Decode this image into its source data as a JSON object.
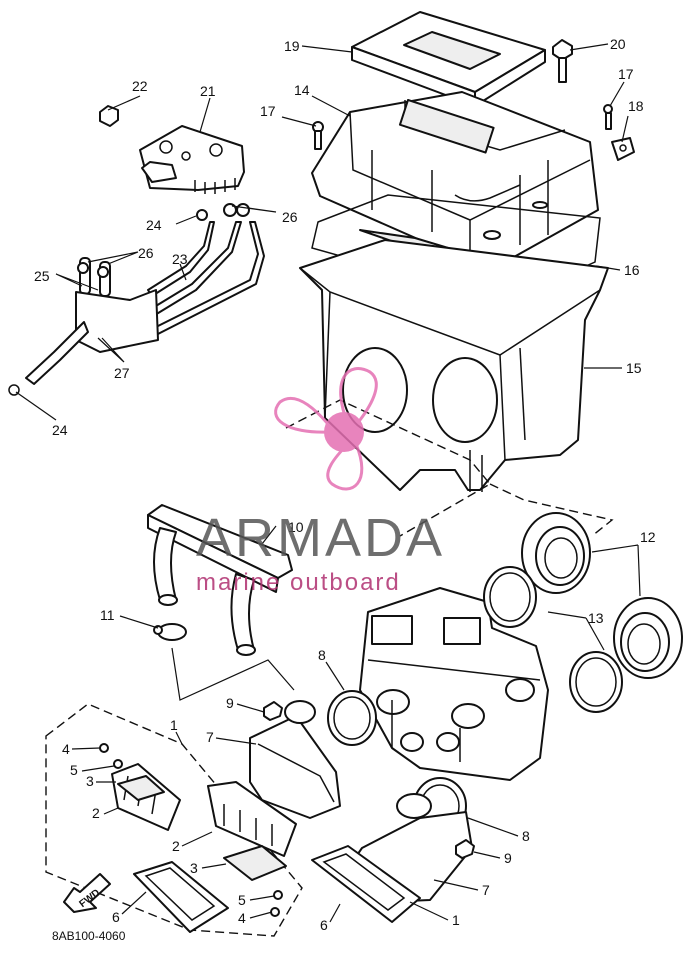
{
  "diagram": {
    "callouts": [
      "1",
      "2",
      "3",
      "4",
      "5",
      "6",
      "7",
      "8",
      "9",
      "10",
      "11",
      "12",
      "13",
      "14",
      "15",
      "16",
      "17",
      "18",
      "19",
      "20",
      "21",
      "22",
      "23",
      "24",
      "25",
      "26",
      "27"
    ],
    "fwd_label": "FWD",
    "drawing_code": "8AB100-4060"
  },
  "watermark": {
    "brand": "ARMADA",
    "tagline": "marine outboard",
    "color_primary": "#e46fb2",
    "color_text": "#555555"
  }
}
